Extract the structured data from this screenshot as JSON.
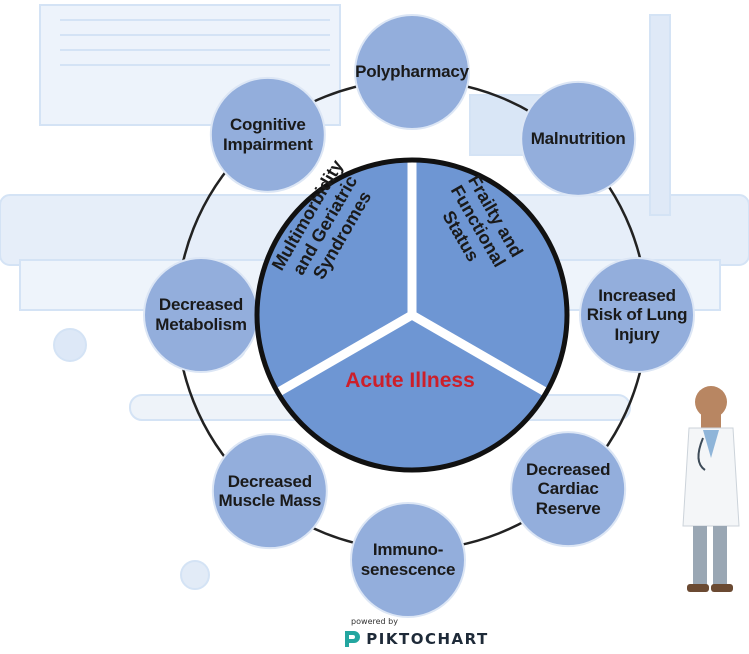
{
  "outer_nodes": [
    {
      "id": "polypharmacy",
      "label": "Polypharmacy"
    },
    {
      "id": "malnutrition",
      "label": "Malnutrition"
    },
    {
      "id": "increased-risk-of-lung-injury",
      "label": "Increased\nRisk of Lung\nInjury"
    },
    {
      "id": "decreased-cardiac-reserve",
      "label": "Decreased\nCardiac\nReserve"
    },
    {
      "id": "immunosenescence",
      "label": "Immuno-\nsenescence"
    },
    {
      "id": "decreased-muscle-mass",
      "label": "Decreased\nMuscle Mass"
    },
    {
      "id": "decreased-metabolism",
      "label": "Decreased\nMetabolism"
    },
    {
      "id": "cognitive-impairment",
      "label": "Cognitive\nImpairment"
    }
  ],
  "center": {
    "sectors": [
      {
        "id": "multimorbidity",
        "label": "Multimorbidity\nand Geriatric\nSyndromes"
      },
      {
        "id": "frailty",
        "label": "Frailty and\nFunctional\nStatus"
      },
      {
        "id": "acute-illness",
        "label": "Acute Illness"
      }
    ]
  },
  "footer": {
    "powered_by": "powered by",
    "brand": "PIKTOCHART"
  },
  "colors": {
    "node_fill": "#93aedc",
    "node_stroke": "#dce6f5",
    "sector_fill": "#6e96d3",
    "center_border": "#111111",
    "acute_text": "#cc1f2a",
    "background_art": "#e4eefa",
    "brand": "#1e2a38",
    "brand_icon": "#23a6a0"
  }
}
